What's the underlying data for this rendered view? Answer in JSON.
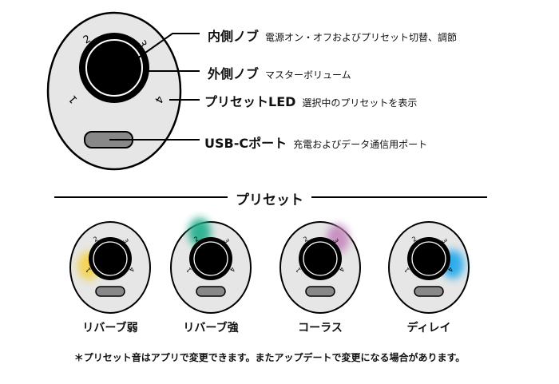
{
  "device": {
    "positions": [
      "1",
      "2",
      "3",
      "4"
    ]
  },
  "callouts": [
    {
      "title": "内側ノブ",
      "desc": "電源オン・オフおよびプリセット切替、調節"
    },
    {
      "title": "外側ノブ",
      "desc": "マスターボリューム"
    },
    {
      "title": "プリセットLED",
      "desc": "選択中のプリセットを表示"
    },
    {
      "title": "USB-Cポート",
      "desc": "充電およびデータ通信用ポート"
    }
  ],
  "presets_section": {
    "title": "プリセット",
    "items": [
      {
        "name": "リバーブ弱",
        "led_position": "1",
        "color": "#f5d34a"
      },
      {
        "name": "リバーブ強",
        "led_position": "2",
        "color": "#1fae8a"
      },
      {
        "name": "コーラス",
        "led_position": "3",
        "color": "#c487bd"
      },
      {
        "name": "ディレイ",
        "led_position": "4",
        "color": "#1ea7ec"
      }
    ]
  },
  "footnote": "＊プリセット音はアプリで変更できます。またアップデートで変更になる場合があります。"
}
